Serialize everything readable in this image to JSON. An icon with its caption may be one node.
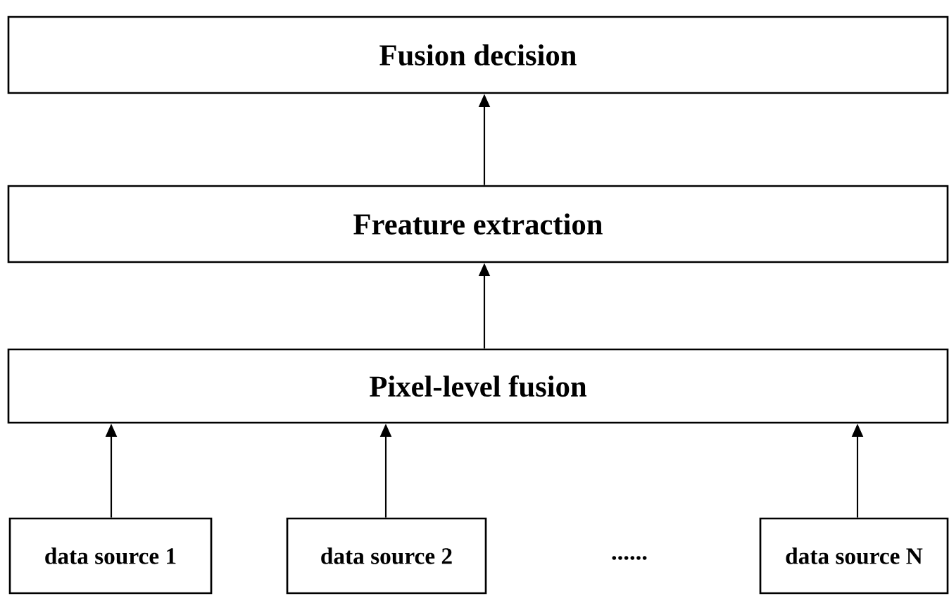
{
  "diagram": {
    "nodes": [
      {
        "text": [
          "Fusion decision"
        ]
      },
      {
        "text": [
          "Freature extraction"
        ]
      },
      {
        "text": [
          "Pixel-level fusion"
        ]
      },
      {
        "text": [
          "data source 1"
        ]
      },
      {
        "text": [
          "data source 2"
        ]
      },
      {
        "text": [
          "data source N"
        ]
      }
    ],
    "edges": [
      {
        "from": 3,
        "to": 2,
        "arrow": "to"
      },
      {
        "from": 4,
        "to": 2,
        "arrow": "to"
      },
      {
        "from": 5,
        "to": 2,
        "arrow": "to"
      },
      {
        "from": 2,
        "to": 1,
        "arrow": "to"
      },
      {
        "from": 1,
        "to": 0,
        "arrow": "to"
      }
    ],
    "labels": [
      "......"
    ]
  }
}
